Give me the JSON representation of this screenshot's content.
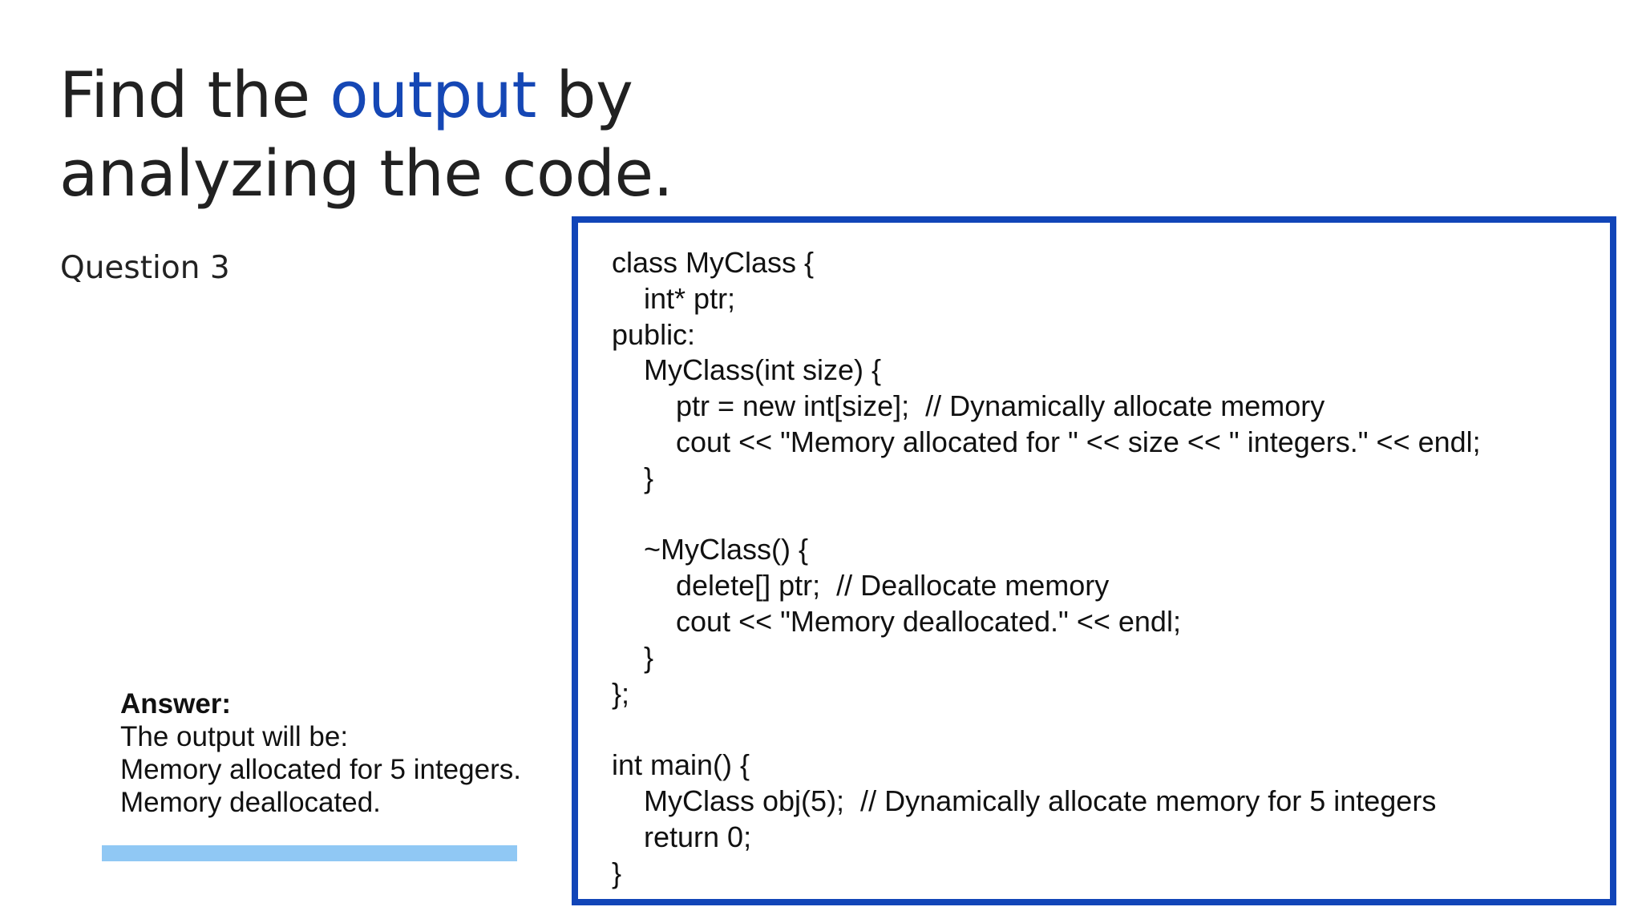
{
  "slide": {
    "title_before": "Find the ",
    "title_accent": "output",
    "title_after": " by analyzing the code.",
    "subtitle": "Question 3",
    "accent_color": "#1547b5",
    "border_color": "#1145b8",
    "bar_color": "#90c8f4"
  },
  "answer": {
    "heading": "Answer:",
    "lines": [
      "The output will be:",
      "Memory allocated for 5 integers.",
      "Memory deallocated."
    ]
  },
  "code": {
    "lines": [
      "class MyClass {",
      "    int* ptr;",
      "public:",
      "    MyClass(int size) {",
      "        ptr = new int[size];  // Dynamically allocate memory",
      "        cout << \"Memory allocated for \" << size << \" integers.\" << endl;",
      "    }",
      "",
      "    ~MyClass() {",
      "        delete[] ptr;  // Deallocate memory",
      "        cout << \"Memory deallocated.\" << endl;",
      "    }",
      "};",
      "",
      "int main() {",
      "    MyClass obj(5);  // Dynamically allocate memory for 5 integers",
      "    return 0;",
      "}"
    ]
  }
}
